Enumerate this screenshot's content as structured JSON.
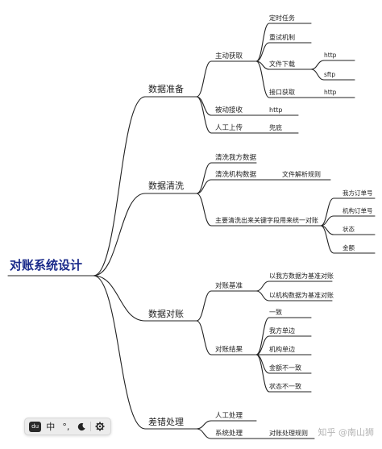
{
  "mindmap": {
    "root": "对账系统设计",
    "branches": {
      "prep": {
        "label": "数据准备",
        "active": {
          "label": "主动获取",
          "scheduled": "定时任务",
          "retry": "重试机制",
          "download": {
            "label": "文件下载",
            "http": "http",
            "sftp": "sftp"
          },
          "api": {
            "label": "接口获取",
            "http": "http"
          }
        },
        "passive": {
          "label": "被动接收",
          "http": "http"
        },
        "manual": {
          "label": "人工上传",
          "fallback": "兜底"
        }
      },
      "clean": {
        "label": "数据清洗",
        "own": "清洗我方数据",
        "inst": {
          "label": "清洗机构数据",
          "parse": "文件解析规则"
        },
        "key": {
          "label": "主要清洗出来关键字段用来统一对账",
          "our_order": "我方订单号",
          "inst_order": "机构订单号",
          "status": "状态",
          "amount": "金额"
        }
      },
      "recon": {
        "label": "数据对账",
        "baseline": {
          "label": "对账基准",
          "ours": "以我方数据为基准对账",
          "inst": "以机构数据为基准对账"
        },
        "result": {
          "label": "对账结果",
          "consistent": "一致",
          "ours_only": "我方单边",
          "inst_only": "机构单边",
          "amount_diff": "金额不一致",
          "status_diff": "状态不一致"
        }
      },
      "diff": {
        "label": "差错处理",
        "manual": "人工处理",
        "system": {
          "label": "系统处理",
          "rules": "对账处理规则"
        }
      }
    }
  },
  "toolbar": {
    "logo": "du",
    "lang": "中",
    "punct": "°,",
    "moon_icon": "moon-icon",
    "gear_icon": "gear-icon"
  },
  "watermark": "知乎 @南山狮"
}
